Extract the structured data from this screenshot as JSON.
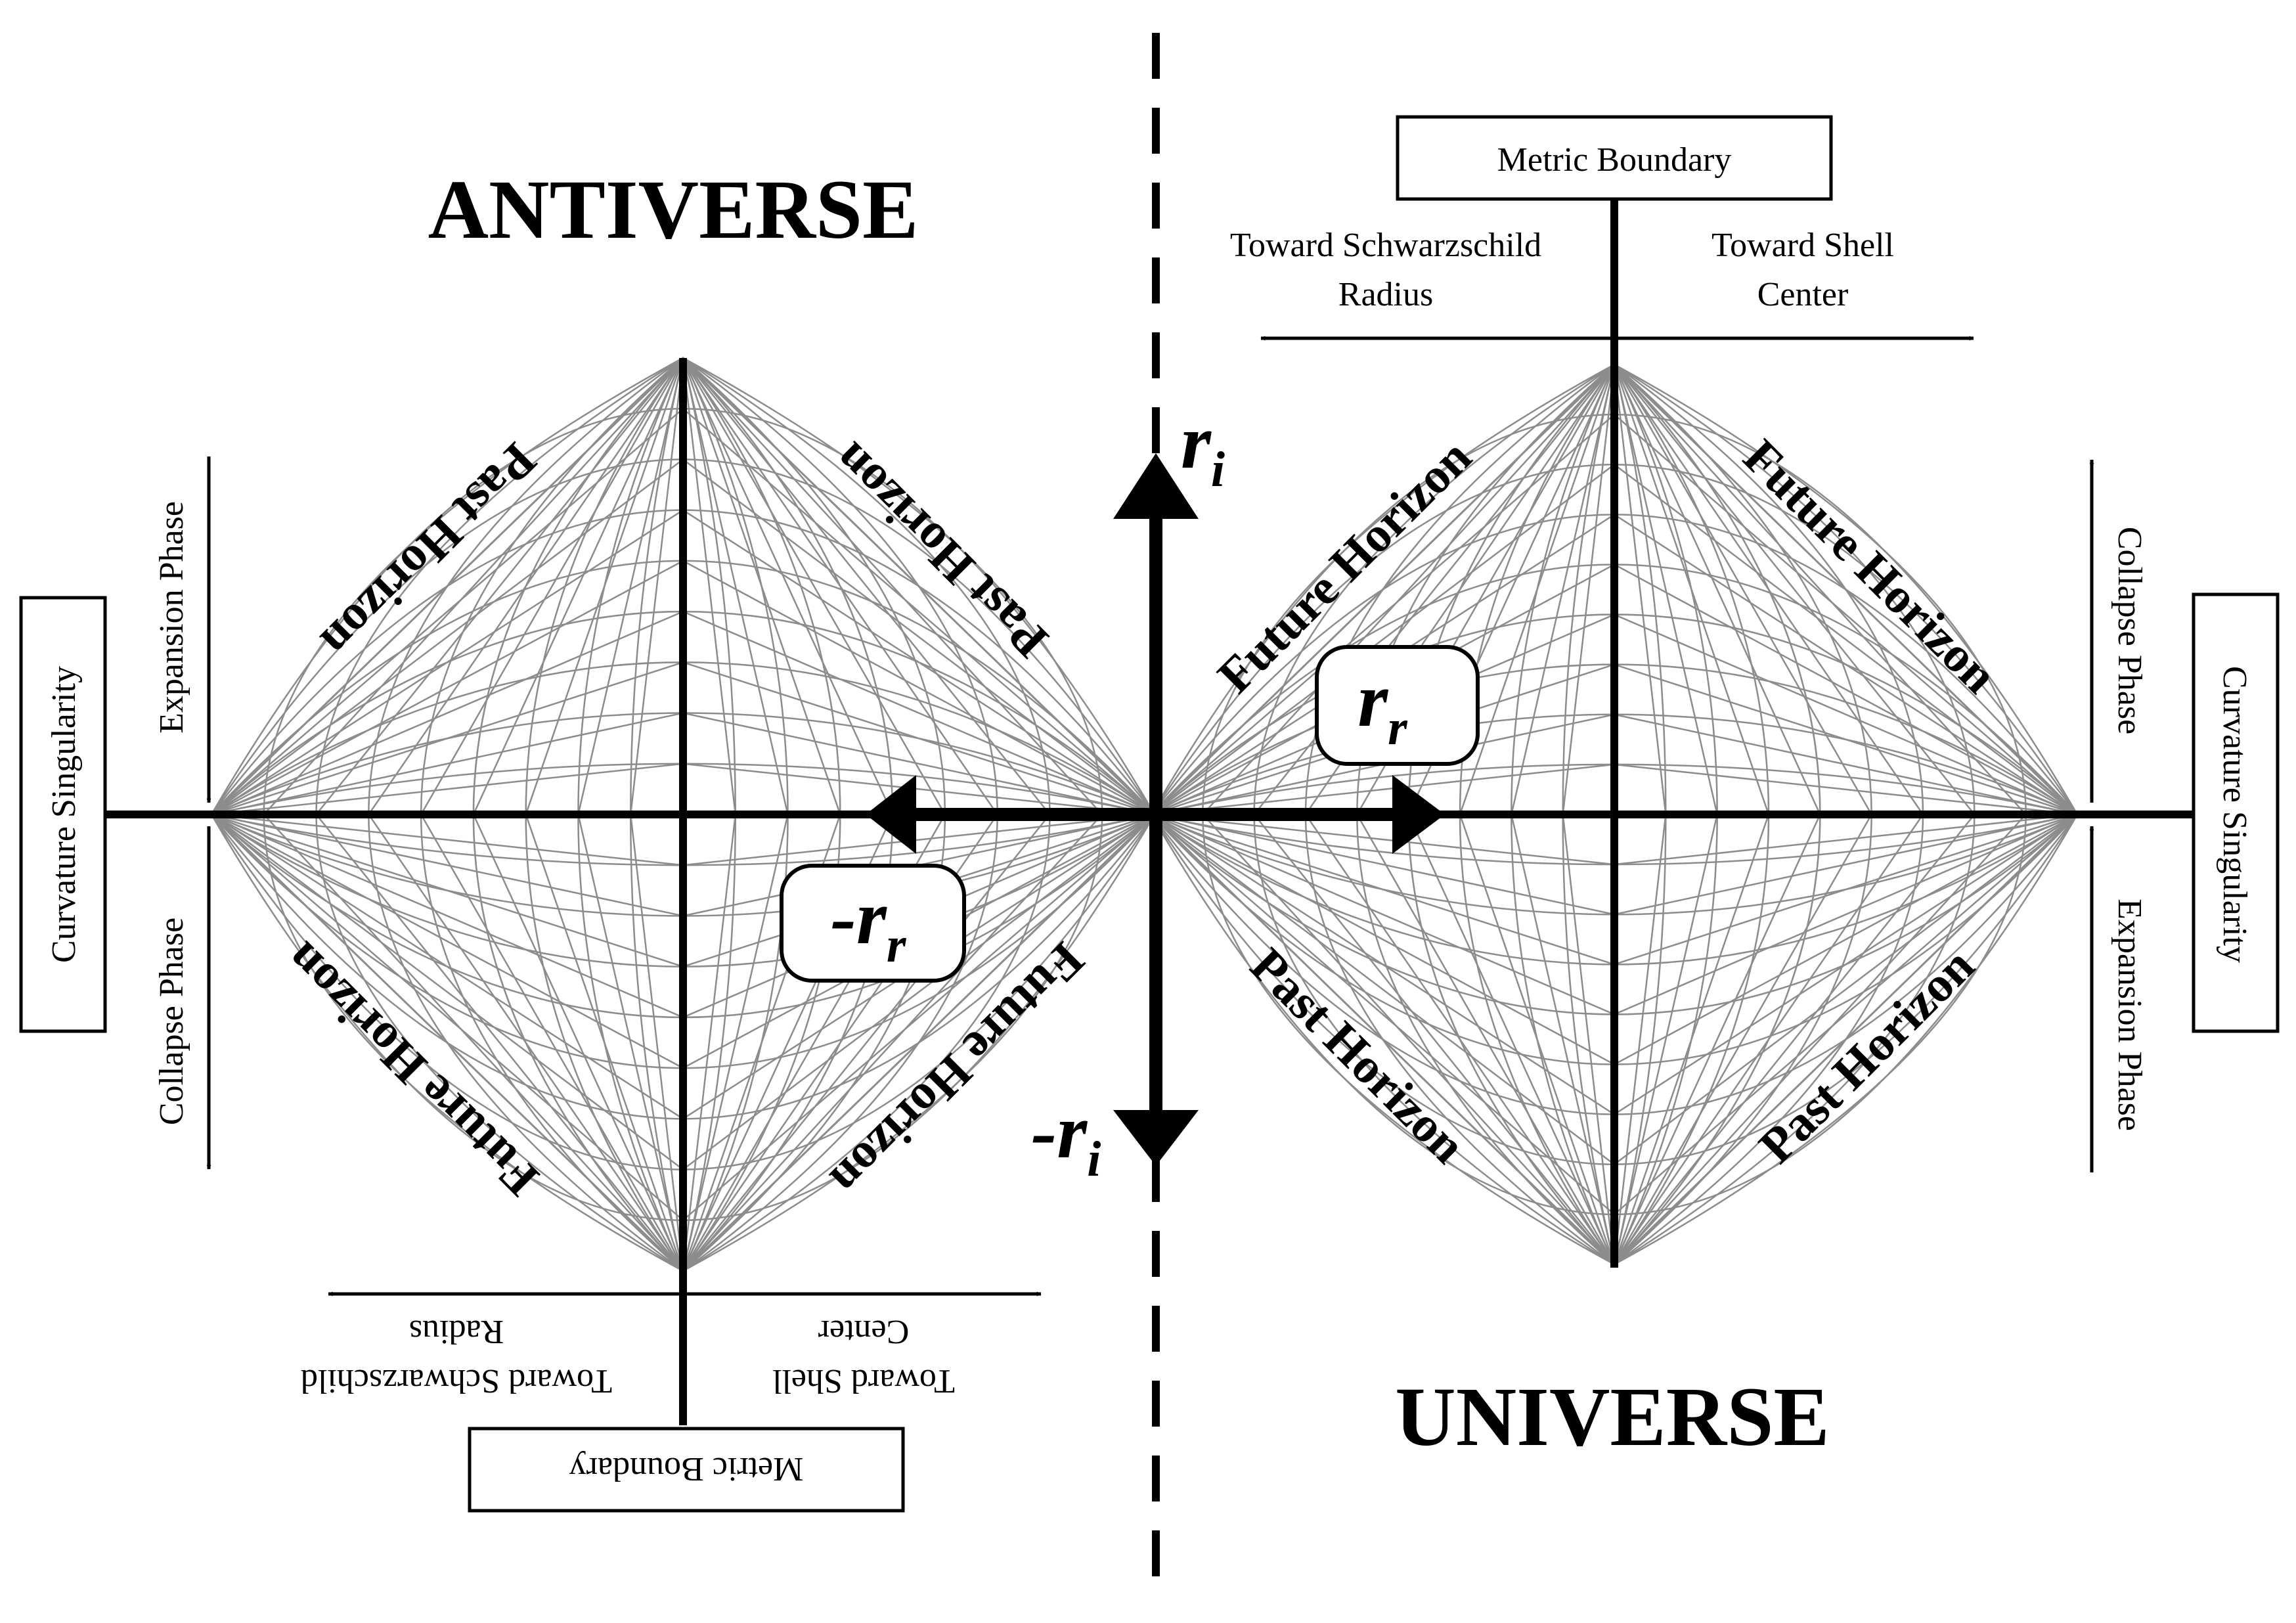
{
  "titles": {
    "antiverse": "ANTIVERSE",
    "universe": "UNIVERSE"
  },
  "horizons": {
    "past": "Past Horizon",
    "future": "Future Horizon"
  },
  "boxes": {
    "metric_boundary": "Metric Boundary",
    "curvature_singularity": "Curvature Singularity"
  },
  "directions": {
    "toward_schwarzschild_line1": "Toward Schwarzschild",
    "toward_schwarzschild_line2": "Radius",
    "toward_shell_line1": "Toward Shell",
    "toward_shell_line2": "Center"
  },
  "phases": {
    "expansion": "Expansion Phase",
    "collapse": "Collapse Phase"
  },
  "axes": {
    "r": "r",
    "sub_i": "i",
    "sub_r": "r",
    "minus": "-"
  },
  "colors": {
    "ink": "#000000",
    "grid": "#8c8c8c",
    "background": "#ffffff"
  }
}
